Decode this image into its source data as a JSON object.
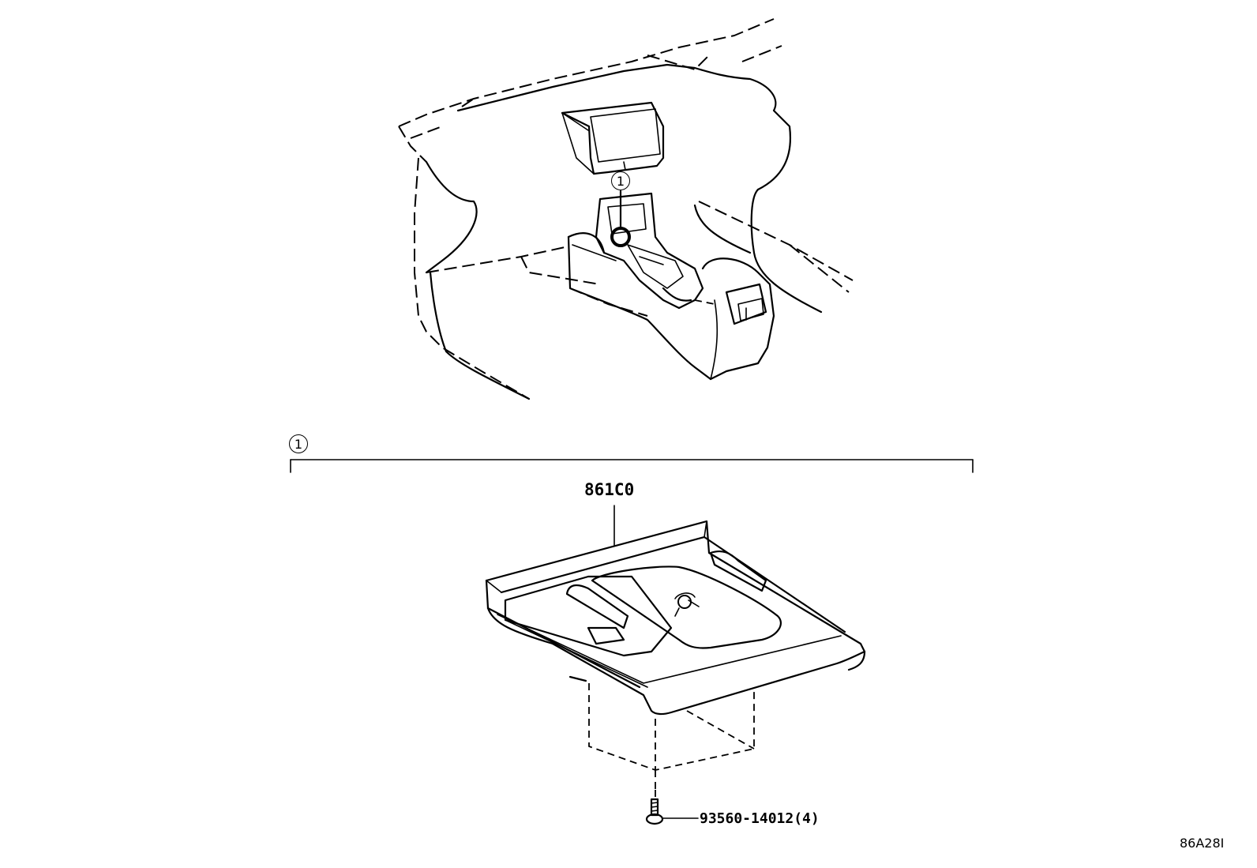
{
  "callouts": {
    "top": "1",
    "group": "1"
  },
  "parts": {
    "charger_label": "861C0",
    "screw_label": "93560-14012(4)"
  },
  "drawing_code": "86A28I"
}
